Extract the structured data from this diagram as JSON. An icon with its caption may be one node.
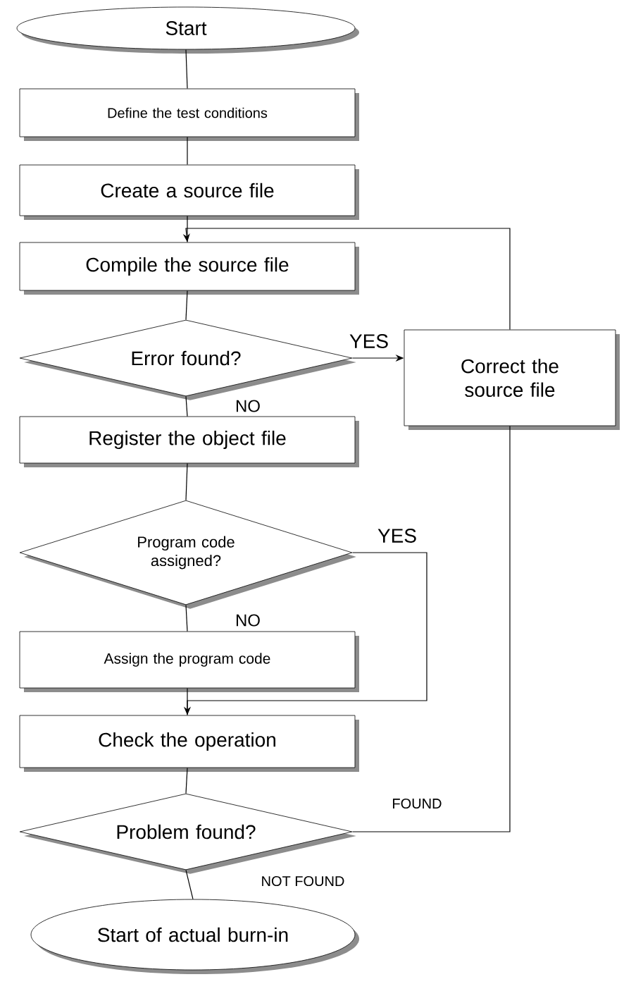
{
  "diagram": {
    "nodes": [
      {
        "text": [
          "Start"
        ]
      },
      {
        "text": [
          "Define the test conditions"
        ]
      },
      {
        "text": [
          "Create a source file"
        ]
      },
      {
        "text": [
          "Compile the source file"
        ]
      },
      {
        "text": [
          "Error found?"
        ]
      },
      {
        "text": [
          "Correct the source file"
        ]
      },
      {
        "text": [
          "Register the object file"
        ]
      },
      {
        "text": [
          "Program code assigned?"
        ]
      },
      {
        "text": [
          "Assign the program code"
        ]
      },
      {
        "text": [
          "Check the operation"
        ]
      },
      {
        "text": [
          "Problem found?"
        ]
      },
      {
        "text": [
          "Start of actual burn-in"
        ]
      }
    ],
    "edges": [
      {
        "from": 0,
        "to": 1,
        "arrow": "none"
      },
      {
        "from": 1,
        "to": 2,
        "arrow": "none"
      },
      {
        "from": 2,
        "to": 3,
        "arrow": "none"
      },
      {
        "from": 3,
        "to": 4,
        "arrow": "none"
      },
      {
        "from": 4,
        "to": 5,
        "arrow": "to",
        "label": "YES"
      },
      {
        "from": 4,
        "to": 6,
        "arrow": "none",
        "label": "NO"
      },
      {
        "from": 5,
        "to": 3,
        "arrow": "to"
      },
      {
        "from": 6,
        "to": 7,
        "arrow": "none"
      },
      {
        "from": 7,
        "to": 8,
        "arrow": "none",
        "label": "NO"
      },
      {
        "from": 7,
        "to": 9,
        "arrow": "to",
        "label": "YES"
      },
      {
        "from": 8,
        "to": 9,
        "arrow": "none"
      },
      {
        "from": 9,
        "to": 10,
        "arrow": "none"
      },
      {
        "from": 10,
        "to": 11,
        "arrow": "none",
        "label": "NOT FOUND"
      },
      {
        "from": 10,
        "to": 5,
        "arrow": "none",
        "label": "FOUND"
      }
    ]
  }
}
